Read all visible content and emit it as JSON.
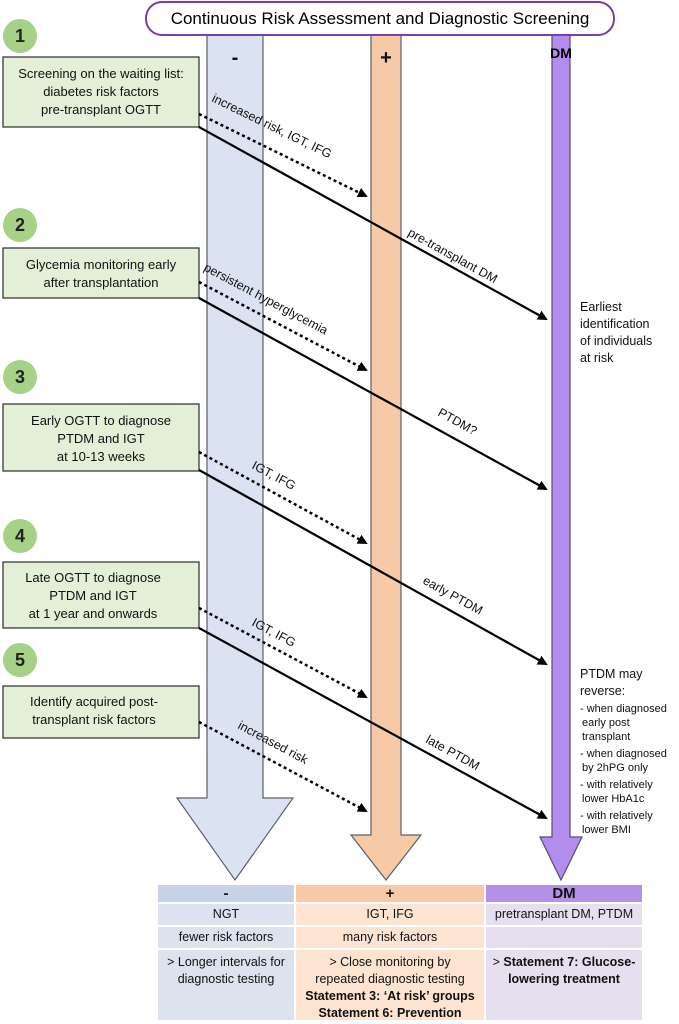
{
  "title": "Continuous Risk Assessment and Diagnostic Screening",
  "columns": {
    "neg": {
      "sign": "-",
      "color": "#dbe2f1"
    },
    "pos": {
      "sign": "+",
      "color": "#f6c9a7"
    },
    "dm": {
      "sign": "DM",
      "color": "#b38ded"
    }
  },
  "steps": [
    {
      "num": "1",
      "lines": [
        "Screening on the waiting list:",
        "diabetes risk factors",
        "pre-transplant OGTT"
      ],
      "dotted_label": "increased risk, IGT, IFG",
      "solid_label": "pre-transplant DM"
    },
    {
      "num": "2",
      "lines": [
        "Glycemia monitoring early",
        "after transplantation"
      ],
      "dotted_label": "persistent hyperglycemia",
      "solid_label": "PTDM?"
    },
    {
      "num": "3",
      "lines": [
        "Early  OGTT to diagnose",
        "PTDM and IGT",
        "at 10-13 weeks"
      ],
      "dotted_label": "IGT, IFG",
      "solid_label": "early  PTDM"
    },
    {
      "num": "4",
      "lines": [
        "Late  OGTT to diagnose",
        "PTDM and IGT",
        "at 1 year and onwards"
      ],
      "dotted_label": "IGT, IFG",
      "solid_label": "late  PTDM"
    },
    {
      "num": "5",
      "lines": [
        "Identify acquired post-",
        "transplant risk factors"
      ],
      "dotted_label": "increased risk",
      "solid_label": ""
    }
  ],
  "side_note_top": [
    "Earliest",
    "identification",
    "of individuals",
    "at risk"
  ],
  "side_note_bottom": {
    "heading": [
      "PTDM may",
      "reverse:"
    ],
    "items": [
      " - when diagnosed",
      "early post",
      "transplant",
      "- when diagnosed",
      "by 2hPG only",
      "- with relatively",
      "lower HbA1c",
      "- with relatively",
      "lower BMI"
    ]
  },
  "table": {
    "headers": [
      "-",
      "+",
      "DM"
    ],
    "row1": [
      "NGT",
      "IGT, IFG",
      "pretransplant DM, PTDM"
    ],
    "row2": [
      "fewer risk factors",
      "many risk factors",
      ""
    ],
    "row3": {
      "neg": [
        "> Longer  intervals for",
        "diagnostic testing"
      ],
      "pos": [
        "> Close monitoring by",
        "repeated diagnostic testing"
      ],
      "pos_bold": [
        "Statement 3:  ‘At risk’ groups",
        "Statement 6: Prevention"
      ],
      "dm_prefix": "> ",
      "dm_bold": [
        "Statement 7: Glucose-",
        "lowering treatment"
      ]
    }
  }
}
